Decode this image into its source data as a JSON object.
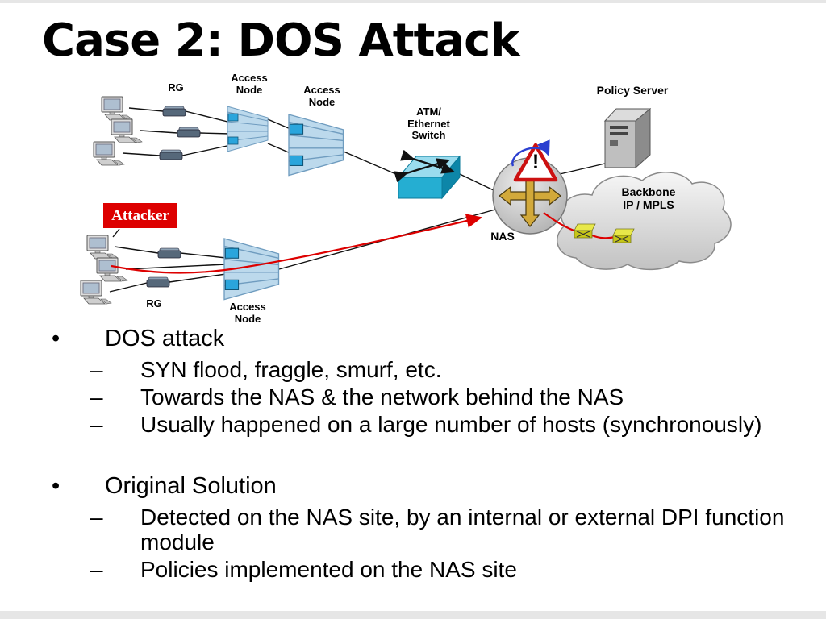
{
  "slide": {
    "title": "Case 2: DOS Attack"
  },
  "diagram": {
    "labels": {
      "rg_top": "RG",
      "access_node_1": "Access\nNode",
      "access_node_2": "Access\nNode",
      "atm_switch": "ATM/\nEthernet\nSwitch",
      "policy_server": "Policy Server",
      "nas": "NAS",
      "backbone": "Backbone\nIP / MPLS",
      "attacker": "Attacker",
      "warning_mark": "!",
      "rg_bottom": "RG",
      "access_node_3": "Access\nNode"
    },
    "colors": {
      "attacker_bg": "#dd0000",
      "attack_arrow": "#dd0000",
      "warning_red": "#cc1111",
      "access_node_fill": "#bcd9ec",
      "switch_fill": "#25aed2",
      "router_gold": "#d2a93a",
      "cloud_gray": "#c2c2c2"
    }
  },
  "content": {
    "marker_level1": "•",
    "marker_level2": "–",
    "bullets": [
      {
        "level": 1,
        "text": "DOS attack"
      },
      {
        "level": 2,
        "text": "SYN flood, fraggle, smurf, etc."
      },
      {
        "level": 2,
        "text": "Towards the NAS & the network behind the NAS"
      },
      {
        "level": 2,
        "text": "Usually happened on a large number of hosts (synchronously)"
      },
      {
        "level": 1,
        "text": "Original Solution"
      },
      {
        "level": 2,
        "text": "Detected on the NAS site, by an internal or external DPI function module"
      },
      {
        "level": 2,
        "text": "Policies implemented on the NAS site"
      }
    ]
  }
}
